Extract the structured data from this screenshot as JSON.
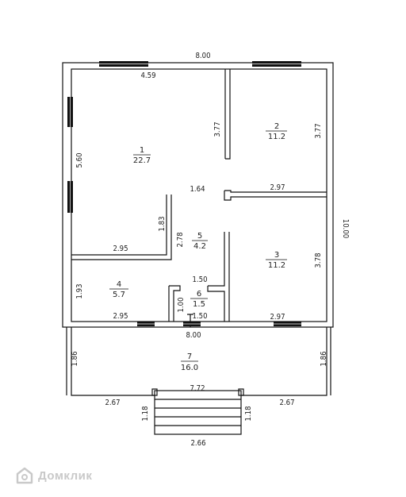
{
  "dimensions": {
    "top_width": "8.00",
    "room1_top": "4.59",
    "room1_left": "5.60",
    "room1_bottom": "2.95",
    "room1_right_lower": "1.83",
    "room2_left": "3.77",
    "room2_right": "3.77",
    "room2_bottom": "2.97",
    "hall_width": "1.64",
    "hall_height": "2.78",
    "room3_right": "3.78",
    "room3_bottom": "2.97",
    "room4_left": "1.93",
    "room4_bottom": "2.95",
    "room6_top": "1.50",
    "room6_left": "1.00",
    "room6_bottom": "1.50",
    "inner_width": "8.00",
    "overall_height": "10.00",
    "terrace_left": "1.86",
    "terrace_right": "1.86",
    "terrace_opening": "7.72",
    "terrace_left_side": "2.67",
    "terrace_right_side": "2.67",
    "stair_left": "1.18",
    "stair_right": "1.18",
    "stair_width": "2.66"
  },
  "rooms": [
    {
      "number": "1",
      "area": "22.7"
    },
    {
      "number": "2",
      "area": "11.2"
    },
    {
      "number": "3",
      "area": "11.2"
    },
    {
      "number": "4",
      "area": "5.7"
    },
    {
      "number": "5",
      "area": "4.2"
    },
    {
      "number": "6",
      "area": "1.5"
    },
    {
      "number": "7",
      "area": "16.0"
    }
  ],
  "watermark": {
    "text": "Домклик",
    "icon": "domclick-logo-icon"
  }
}
